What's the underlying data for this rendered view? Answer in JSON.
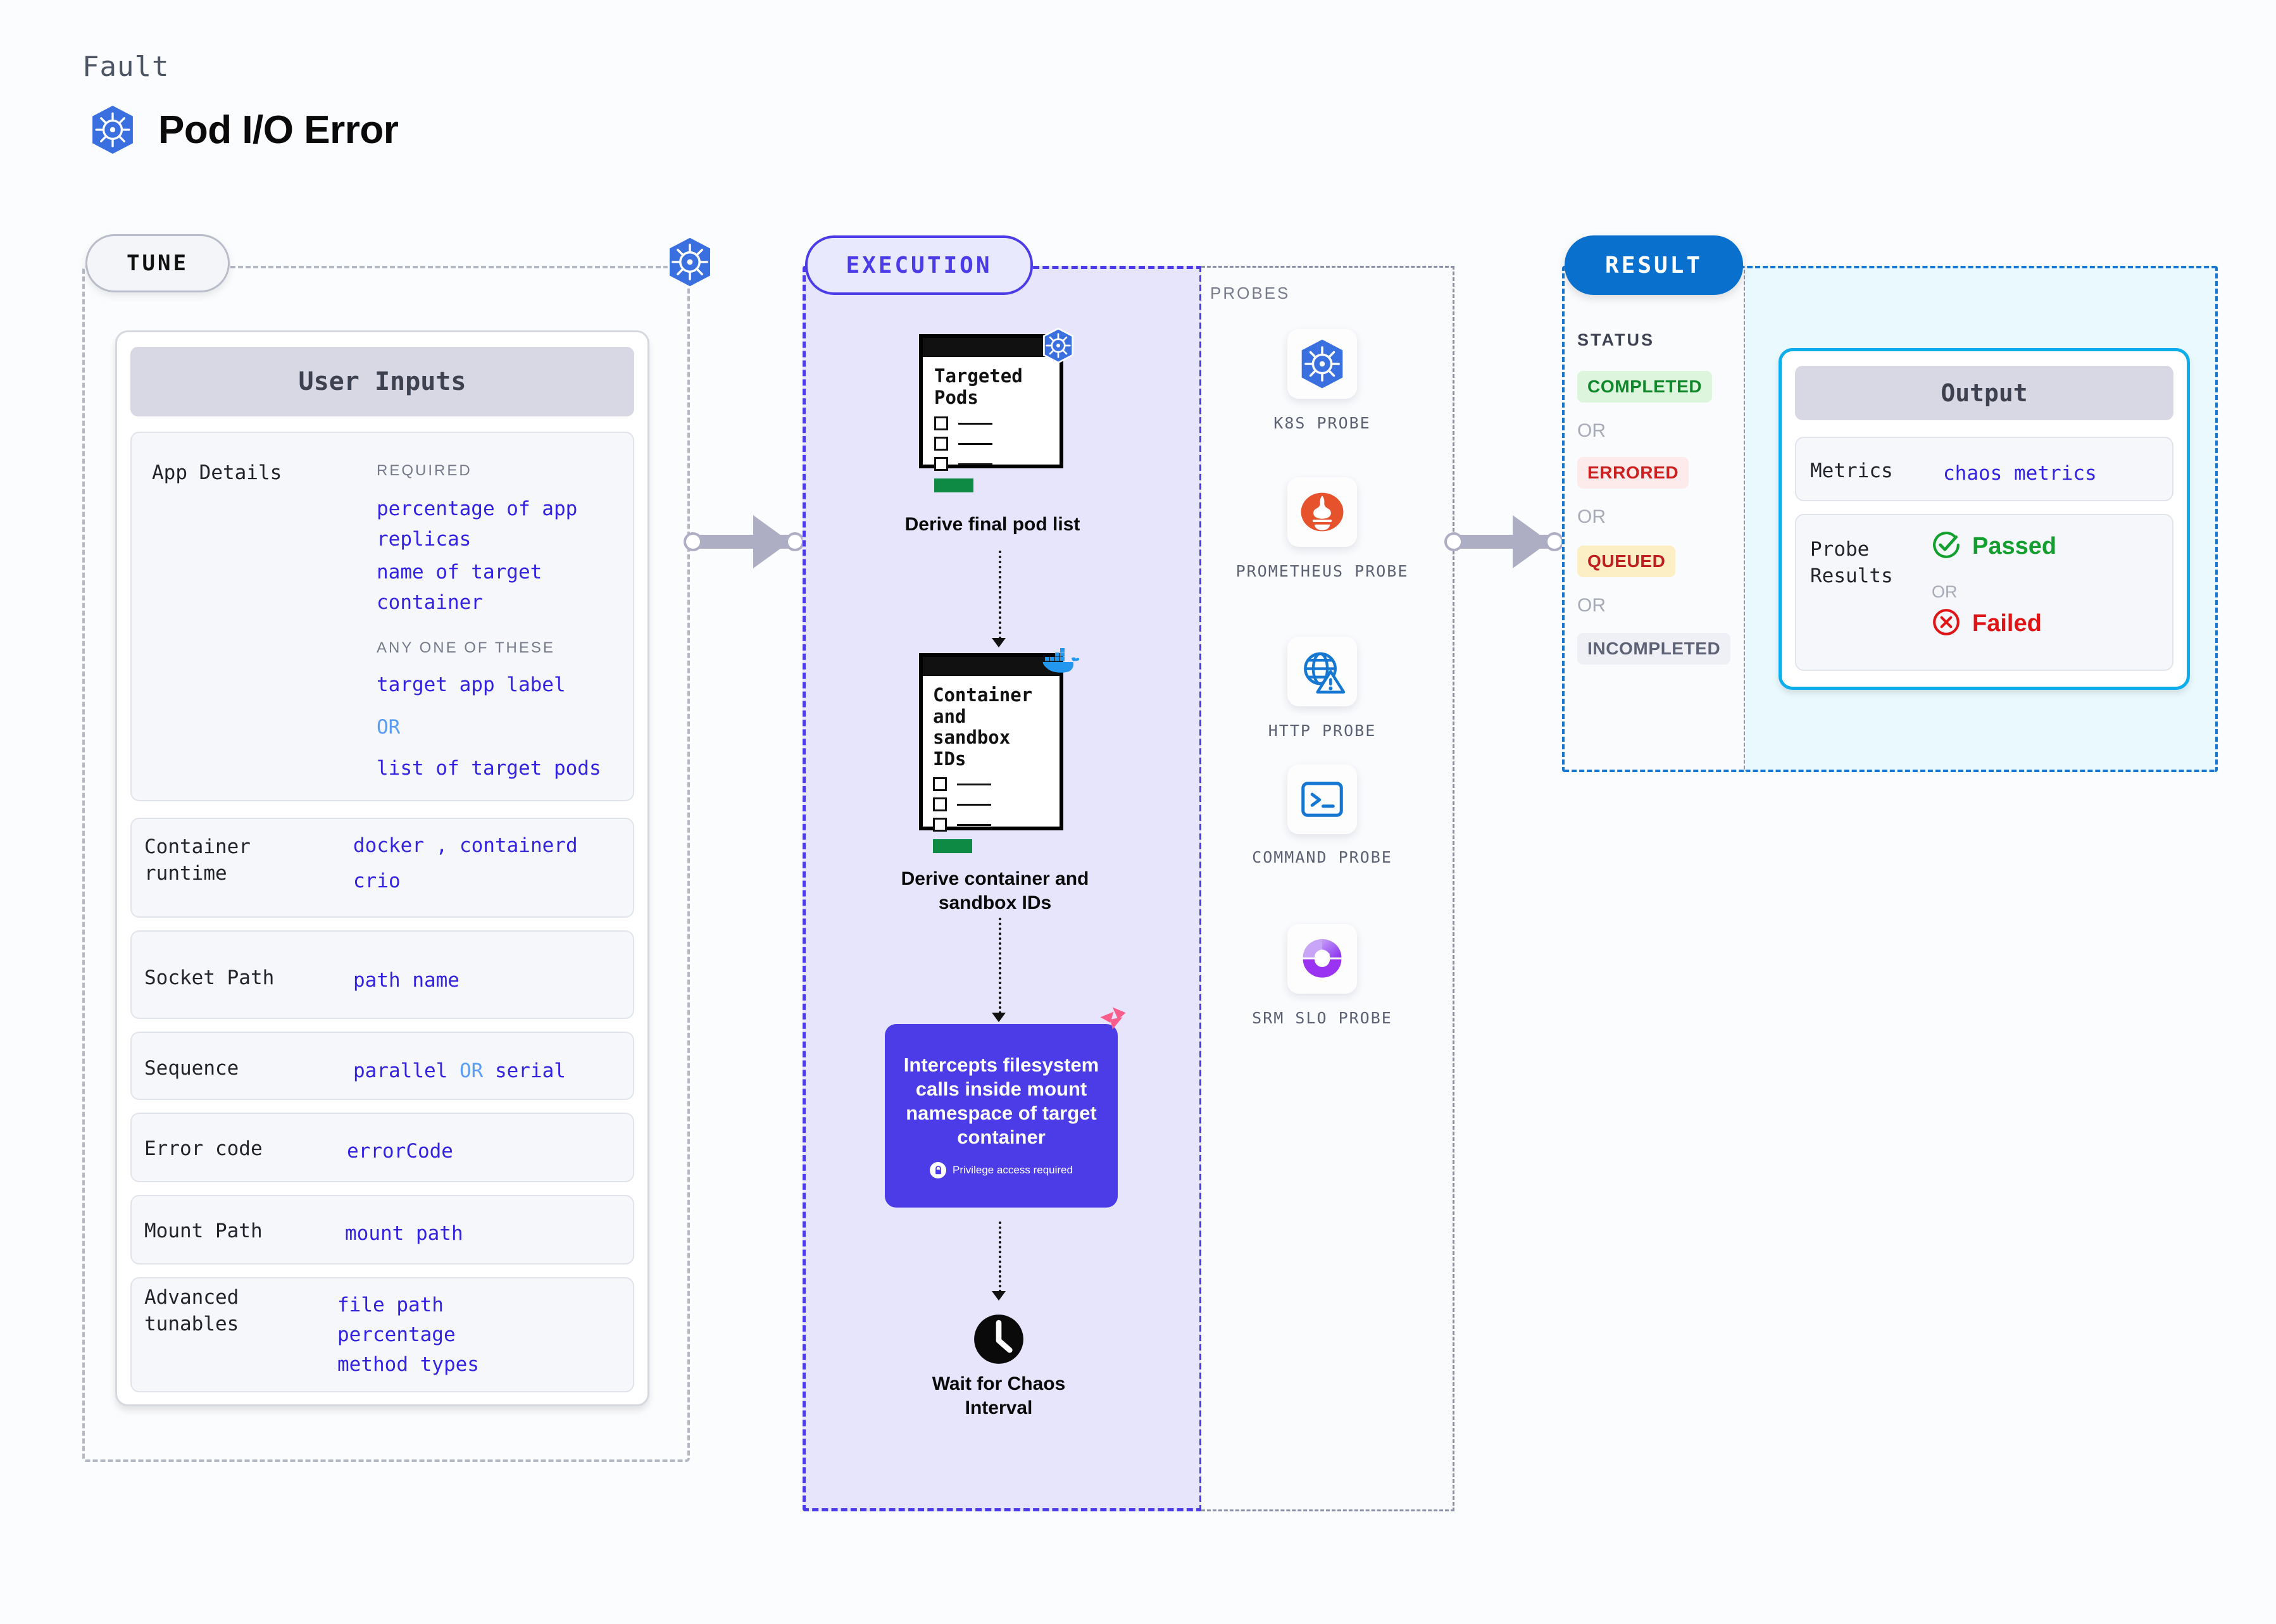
{
  "header": {
    "eyebrow": "Fault",
    "title": "Pod I/O Error",
    "icon": "kubernetes-icon"
  },
  "stages": {
    "tune": {
      "label": "TUNE",
      "edge_icon": "kubernetes-icon"
    },
    "execution": {
      "label": "EXECUTION"
    },
    "result": {
      "label": "RESULT"
    }
  },
  "tune": {
    "card_title": "User Inputs",
    "app_details": {
      "label": "App Details",
      "required_heading": "REQUIRED",
      "required_values": [
        "percentage of app replicas",
        "name of target container"
      ],
      "anyone_heading": "ANY ONE OF THESE",
      "anyone_values": [
        "target app label",
        "list of target pods"
      ],
      "or": "OR"
    },
    "rows": [
      {
        "label": "Container runtime",
        "values": [
          "docker , containerd",
          "crio"
        ]
      },
      {
        "label": "Socket Path",
        "values": [
          "path name"
        ]
      },
      {
        "label": "Sequence",
        "values": [
          "parallel OR serial"
        ]
      },
      {
        "label": "Error code",
        "values": [
          "errorCode"
        ]
      },
      {
        "label": "Mount Path",
        "values": [
          "mount path"
        ]
      },
      {
        "label": "Advanced tunables",
        "values": [
          "file path",
          "percentage",
          "method types"
        ]
      }
    ]
  },
  "execution": {
    "steps": [
      {
        "doc_title": "Targeted Pods",
        "caption": "Derive final pod list",
        "badge_icon": "kubernetes-icon"
      },
      {
        "doc_title": "Container and sandbox IDs",
        "caption": "Derive container and sandbox IDs",
        "badge_icon": "docker-icon"
      }
    ],
    "fault_card": {
      "text": "Intercepts filesystem calls inside mount namespace of target container",
      "note": "Privilege access required",
      "note_icon": "lock-icon",
      "corner_icon": "litmus-icon",
      "color": "#4b3ce8"
    },
    "wait_step": {
      "caption": "Wait for Chaos Interval",
      "icon": "clock-icon"
    }
  },
  "probes": {
    "title": "PROBES",
    "items": [
      {
        "label": "K8S PROBE",
        "icon": "kubernetes-icon"
      },
      {
        "label": "PROMETHEUS PROBE",
        "icon": "prometheus-icon"
      },
      {
        "label": "HTTP PROBE",
        "icon": "http-globe-warning-icon"
      },
      {
        "label": "COMMAND PROBE",
        "icon": "terminal-icon"
      },
      {
        "label": "SRM SLO PROBE",
        "icon": "srm-slo-icon"
      }
    ]
  },
  "result": {
    "status_title": "STATUS",
    "or": "OR",
    "chips": [
      {
        "text": "COMPLETED",
        "bg": "#dcf5dc",
        "fg": "#11872b"
      },
      {
        "text": "ERRORED",
        "bg": "#fdeaea",
        "fg": "#cc1f1f"
      },
      {
        "text": "QUEUED",
        "bg": "#fcefc6",
        "fg": "#c01f1f"
      },
      {
        "text": "INCOMPLETED",
        "bg": "#eff0f6",
        "fg": "#5d6275"
      }
    ],
    "output": {
      "card_title": "Output",
      "metrics": {
        "label": "Metrics",
        "value": "chaos metrics"
      },
      "probe_results": {
        "label": "Probe Results",
        "or": "OR",
        "passed": {
          "text": "Passed",
          "icon": "check-circle-icon",
          "color": "#14a02e"
        },
        "failed": {
          "text": "Failed",
          "icon": "x-circle-icon",
          "color": "#e01616"
        }
      }
    }
  },
  "colors": {
    "purple": "#4b3ce8",
    "exec_bg": "#e6e5fc",
    "result_blue": "#0a70cd",
    "output_cyan": "#0cadea",
    "output_bg": "#eaf9fe"
  }
}
